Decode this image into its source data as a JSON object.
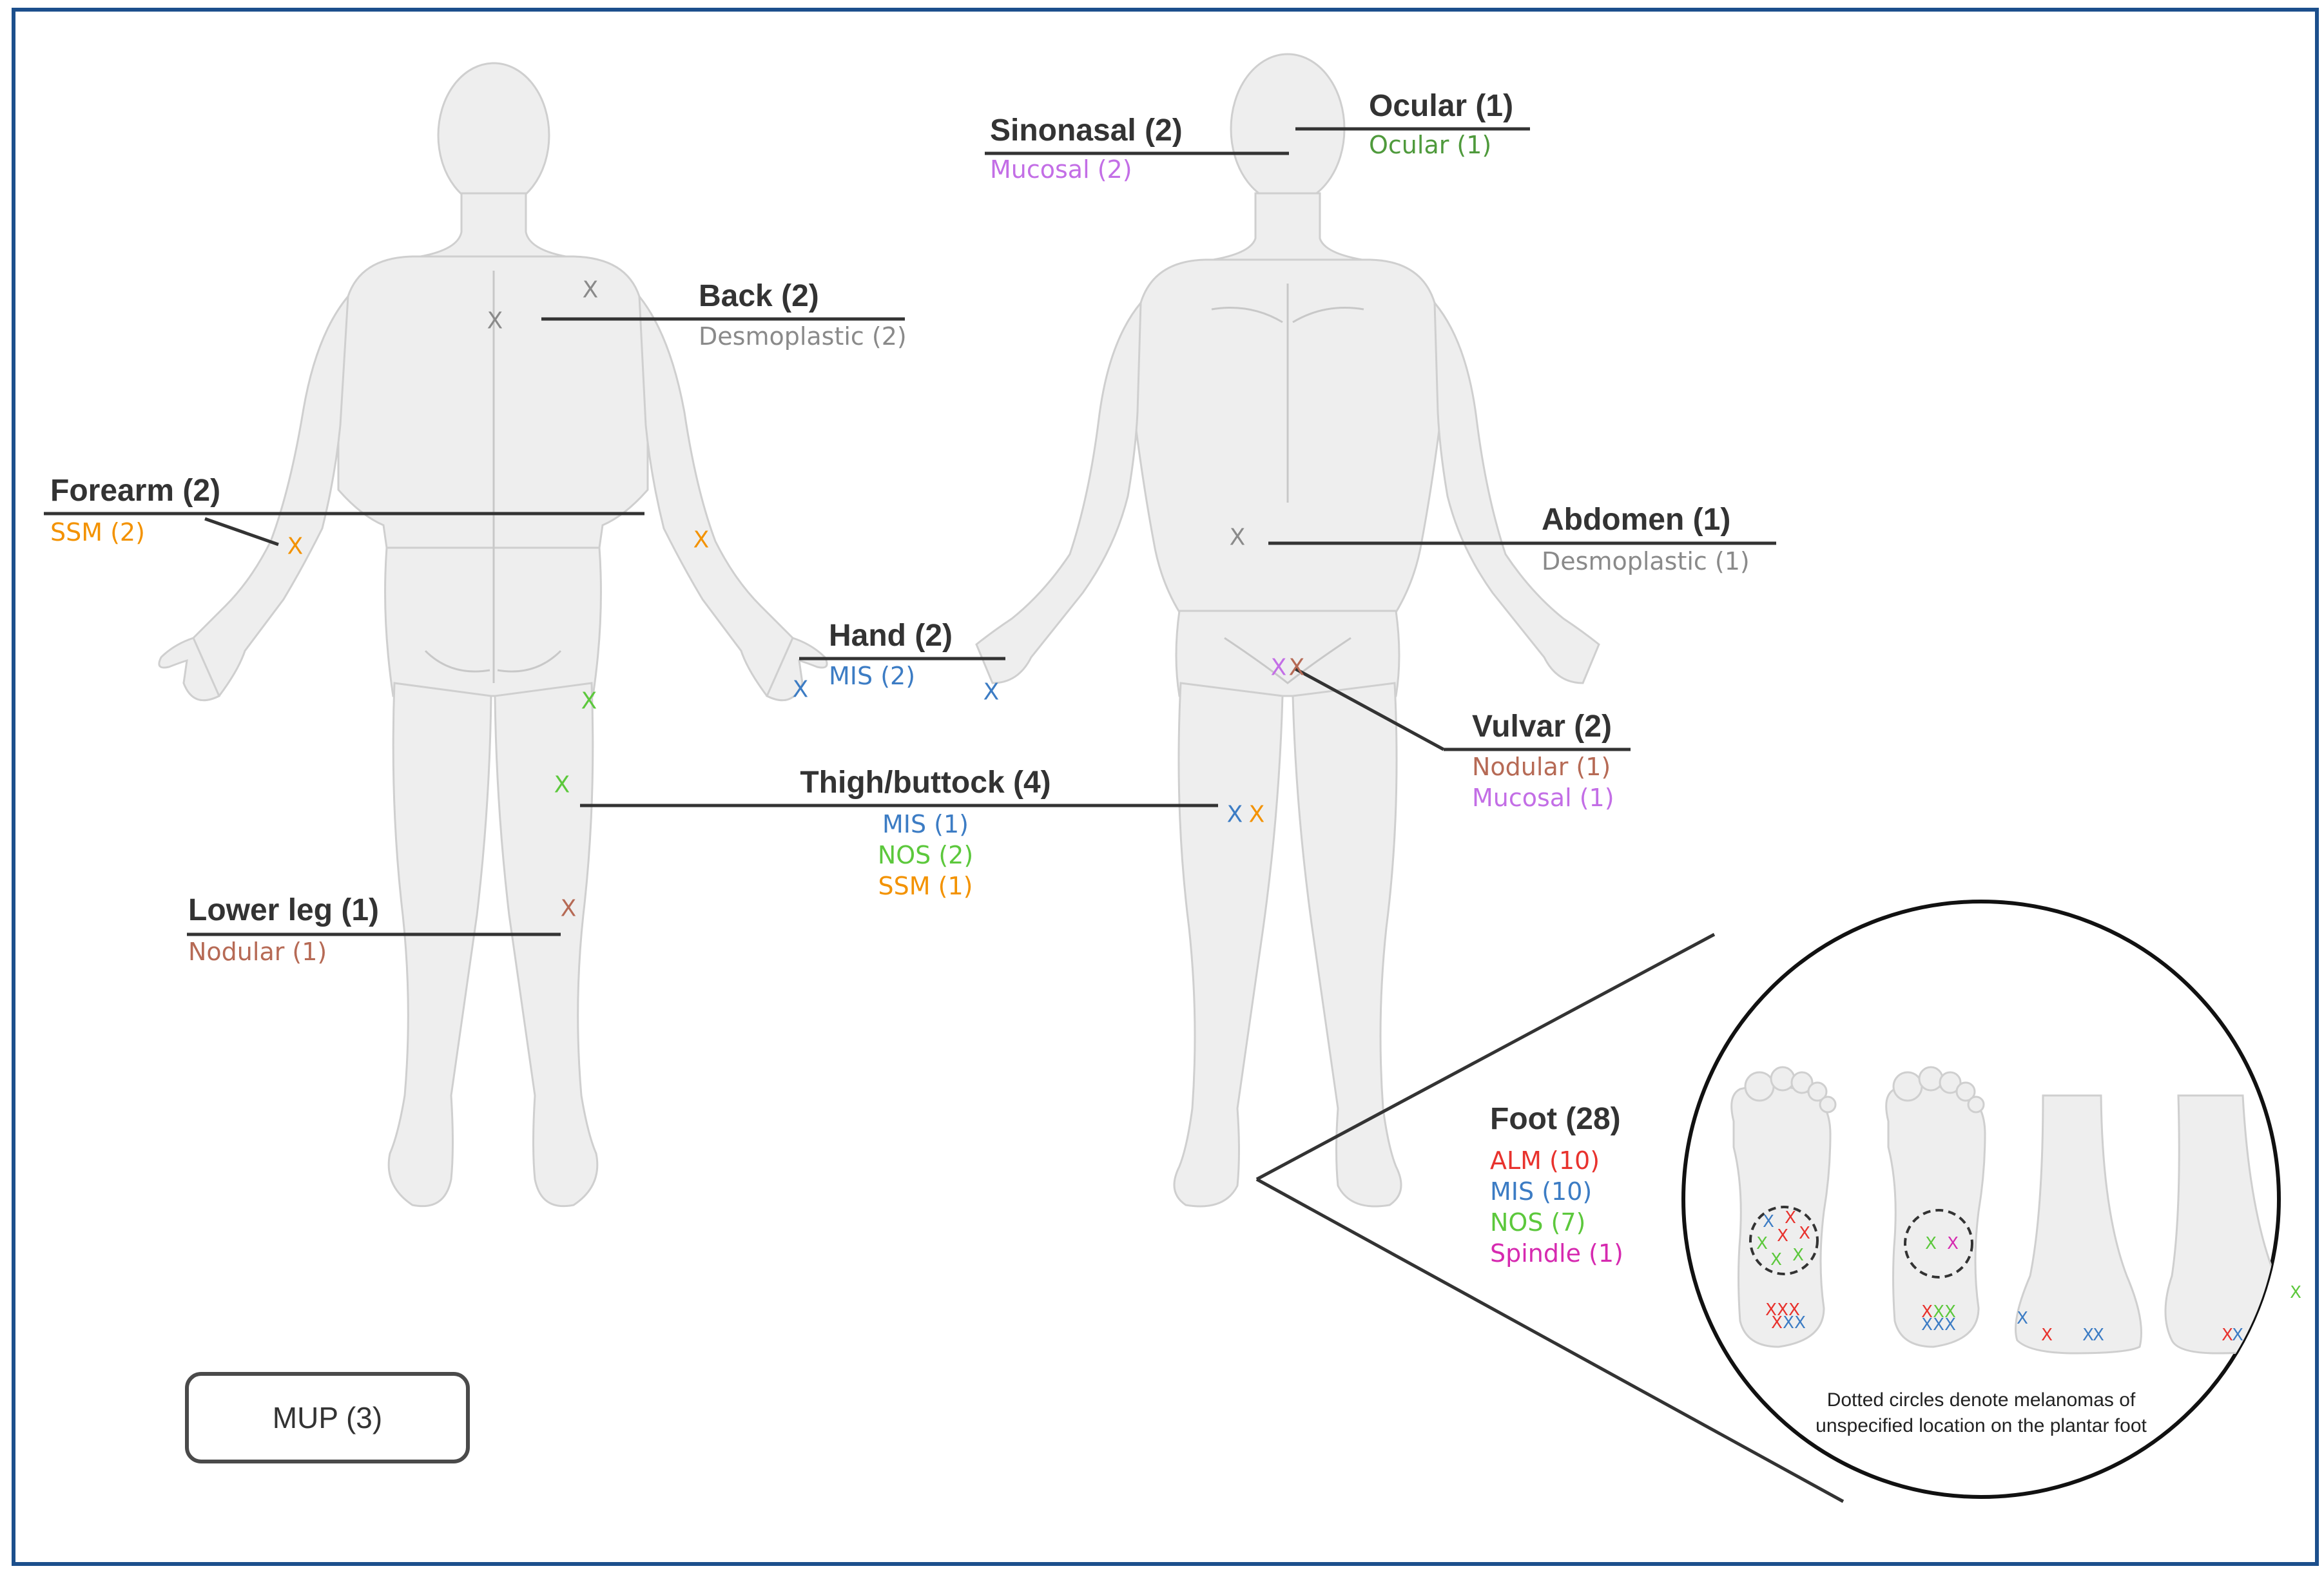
{
  "figure": {
    "callouts": {
      "sinonasal": {
        "title": "Sinonasal (2)",
        "subtypes": [
          {
            "text": "Mucosal (2)",
            "color": "#c36ee6"
          }
        ]
      },
      "ocular": {
        "title": "Ocular (1)",
        "subtypes": [
          {
            "text": "Ocular (1)",
            "color": "#4f9a3c"
          }
        ]
      },
      "back": {
        "title": "Back (2)",
        "subtypes": [
          {
            "text": "Desmoplastic (2)",
            "color": "#8a8a8a"
          }
        ]
      },
      "forearm": {
        "title": "Forearm (2)",
        "subtypes": [
          {
            "text": "SSM (2)",
            "color": "#f39200"
          }
        ]
      },
      "abdomen": {
        "title": "Abdomen (1)",
        "subtypes": [
          {
            "text": "Desmoplastic (1)",
            "color": "#8a8a8a"
          }
        ]
      },
      "hand": {
        "title": "Hand (2)",
        "subtypes": [
          {
            "text": "MIS (2)",
            "color": "#3c7cc4"
          }
        ]
      },
      "vulvar": {
        "title": "Vulvar (2)",
        "subtypes": [
          {
            "text": "Nodular (1)",
            "color": "#b66a55"
          },
          {
            "text": "Mucosal (1)",
            "color": "#c36ee6"
          }
        ]
      },
      "thigh": {
        "title": "Thigh/buttock (4)",
        "subtypes": [
          {
            "text": "MIS (1)",
            "color": "#3c7cc4"
          },
          {
            "text": "NOS (2)",
            "color": "#5cc83c"
          },
          {
            "text": "SSM (1)",
            "color": "#f39200"
          }
        ]
      },
      "lowerleg": {
        "title": "Lower leg (1)",
        "subtypes": [
          {
            "text": "Nodular (1)",
            "color": "#b66a55"
          }
        ]
      },
      "foot": {
        "title": "Foot (28)",
        "subtypes": [
          {
            "text": "ALM (10)",
            "color": "#e8322d"
          },
          {
            "text": "MIS (10)",
            "color": "#3c7cc4"
          },
          {
            "text": "NOS (7)",
            "color": "#5cc83c"
          },
          {
            "text": "Spindle (1)",
            "color": "#d62ab0"
          }
        ]
      }
    },
    "mup_label": "MUP (3)",
    "foot_note_lines": [
      "Dotted circles denote melanomas of",
      "unspecified location on the plantar foot"
    ],
    "mark_glyph": "X",
    "colors": {
      "frame": "#1c4f8c",
      "leader": "#333333",
      "body": "#eeeeee",
      "ALM": "#e8322d",
      "MIS": "#3c7cc4",
      "NOS": "#5cc83c",
      "SSM": "#f39200",
      "Nodular": "#b66a55",
      "Mucosal": "#c36ee6",
      "Desmoplastic": "#8a8a8a",
      "Ocular": "#4f9a3c",
      "Spindle": "#d62ab0"
    }
  }
}
